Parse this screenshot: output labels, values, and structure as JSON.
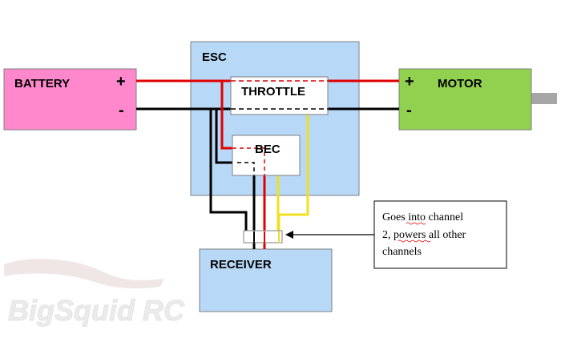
{
  "blocks": {
    "battery": {
      "label": "BATTERY",
      "plus": "+",
      "minus": "-"
    },
    "esc": {
      "label": "ESC"
    },
    "throttle": {
      "label": "THROTTLE"
    },
    "bec": {
      "label": "BEC"
    },
    "motor": {
      "label": "MOTOR",
      "plus": "+",
      "minus": "-"
    },
    "receiver": {
      "label": "RECEIVER"
    }
  },
  "note": {
    "line1": "Goes into channel",
    "line2": "2, powers all other",
    "line3": "channels"
  },
  "watermark": {
    "text": "BigSquid RC"
  },
  "colors": {
    "battery_fill": "#ff88cc",
    "esc_fill": "#b8d8f8",
    "motor_fill": "#92d050",
    "receiver_fill": "#b8d8f8",
    "shaft_fill": "#a6a6a6",
    "positive_wire": "#e00000",
    "negative_wire": "#000000",
    "signal_wire": "#f0e020",
    "box_border": "#7f7f7f"
  }
}
